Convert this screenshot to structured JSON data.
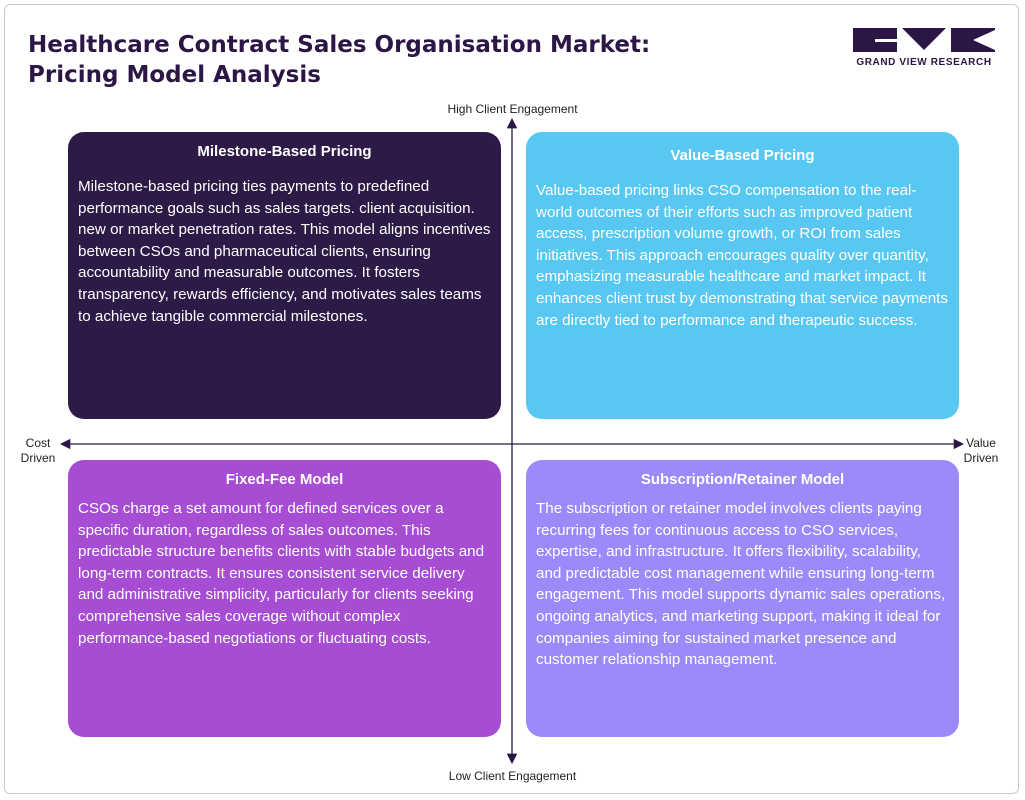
{
  "header": {
    "title_line1": "Healthcare Contract Sales Organisation Market:",
    "title_line2": "Pricing Model Analysis"
  },
  "logo": {
    "text": "GRAND VIEW RESEARCH",
    "color": "#2b1645"
  },
  "axes": {
    "top": "High Client Engagement",
    "bottom": "Low Client Engagement",
    "left_line1": "Cost",
    "left_line2": "Driven",
    "right_line1": "Value",
    "right_line2": "Driven"
  },
  "quadrants": {
    "top_left": {
      "title": "Milestone-Based Pricing",
      "text": "Milestone-based pricing ties payments to predefined performance goals such as sales targets. client acquisition. new or market penetration rates. This model aligns incentives between CSOs and pharmaceutical clients, ensuring accountability and measurable outcomes. It fosters transparency, rewards efficiency, and motivates sales teams to achieve tangible commercial milestones.",
      "color": "#2d1a47"
    },
    "top_right": {
      "title": "Value-Based Pricing",
      "text": "Value-based pricing links CSO compensation to the real-world outcomes of their efforts such as improved patient access, prescription volume growth, or ROI from sales initiatives. This approach encourages quality over quantity, emphasizing measurable healthcare and market impact. It enhances client trust by demonstrating that service payments are directly tied to performance and therapeutic success.",
      "color": "#58c8f2"
    },
    "bottom_left": {
      "title": "Fixed-Fee Model",
      "text": "CSOs charge a set amount for defined services over a specific duration, regardless of sales outcomes. This predictable structure benefits clients with stable budgets and long-term contracts. It ensures consistent service delivery and administrative simplicity, particularly for clients seeking comprehensive sales coverage without complex performance-based negotiations or fluctuating costs.",
      "color": "#a64dd4"
    },
    "bottom_right": {
      "title": "Subscription/Retainer Model",
      "text": "The subscription or retainer model involves clients paying recurring fees for continuous access to CSO services, expertise, and infrastructure. It offers flexibility, scalability, and predictable cost management while ensuring long-term engagement. This model supports dynamic sales operations, ongoing analytics, and marketing support, making it ideal for companies aiming for sustained market presence and customer relationship management.",
      "color": "#9b8bfa"
    }
  }
}
